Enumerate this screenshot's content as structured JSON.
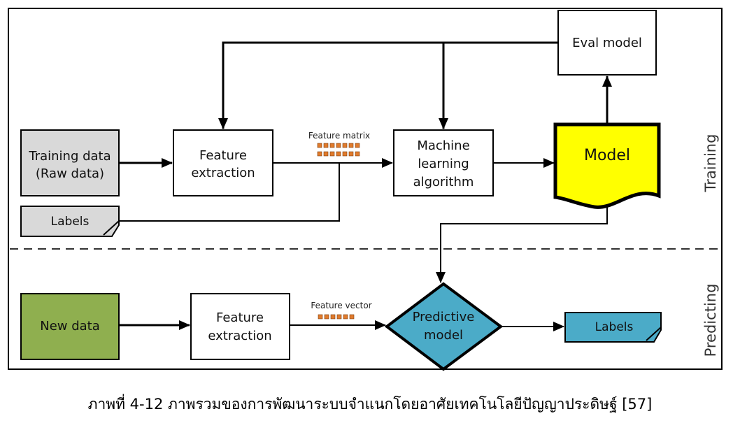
{
  "colors": {
    "training_data_fill": "#d9d9d9",
    "labels_fill": "#d9d9d9",
    "model_fill": "#ffff00",
    "new_data_fill": "#8faf4f",
    "predictive_fill": "#4babc8",
    "out_labels_fill": "#4babc8",
    "feature_cell": "#e07b2c",
    "stroke": "#000000"
  },
  "training": {
    "section_label": "Training",
    "training_data": {
      "line1": "Training data",
      "line2": "(Raw data)"
    },
    "labels": "Labels",
    "feature_extraction": {
      "line1": "Feature",
      "line2": "extraction"
    },
    "feature_matrix_label": "Feature matrix",
    "ml_algorithm": {
      "line1": "Machine",
      "line2": "learning",
      "line3": "algorithm"
    },
    "model": "Model",
    "eval_model": "Eval model"
  },
  "predicting": {
    "section_label": "Predicting",
    "new_data": "New data",
    "feature_extraction": {
      "line1": "Feature",
      "line2": "extraction"
    },
    "feature_vector_label": "Feature vector",
    "predictive_model": {
      "line1": "Predictive",
      "line2": "model"
    },
    "labels": "Labels"
  },
  "caption": "ภาพที่ 4-12 ภาพรวมของการพัฒนาระบบจำแนกโดยอาศัยเทคโนโลยีปัญญาประดิษฐ์ [57]"
}
